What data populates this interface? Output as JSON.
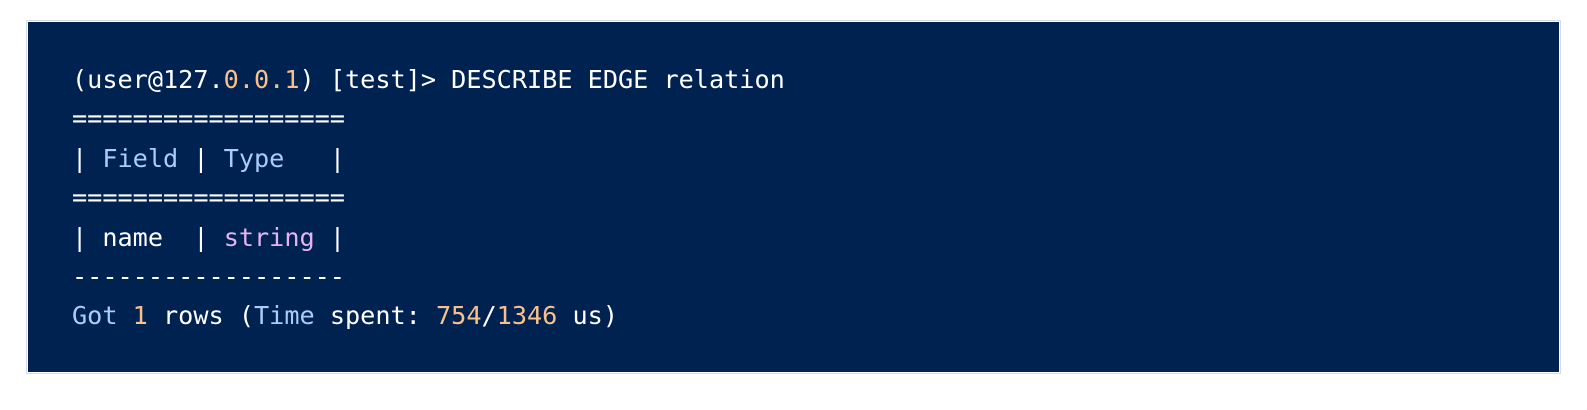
{
  "colors": {
    "background": "#002250",
    "text": "#ffffff",
    "number": "#f9c08b",
    "keyword": "#a9cdf6",
    "string": "#e4b4f1"
  },
  "terminal": {
    "prompt": {
      "open": "(user@127.",
      "ip_tail_1": "0",
      "dot_1": ".",
      "ip_tail_2": "0",
      "dot_2": ".",
      "ip_tail_3": "1",
      "close": ")",
      "db": " [test]> ",
      "command": "DESCRIBE EDGE relation"
    },
    "table": {
      "border_top": "==================",
      "header_sep_1": "| ",
      "header_field": "Field",
      "header_sep_2": " | ",
      "header_type": "Type",
      "header_sep_3": "   |",
      "border_mid": "==================",
      "row_sep_1": "| ",
      "row_field": "name",
      "row_sep_2": "  | ",
      "row_type": "string",
      "row_sep_3": " |",
      "border_bottom": "------------------"
    },
    "result": {
      "got": "Got",
      "count": "1",
      "rows": " rows (",
      "time_label": "Time",
      "spent": " spent: ",
      "time_1": "754",
      "slash": "/",
      "time_2": "1346",
      "unit": " us)"
    }
  }
}
